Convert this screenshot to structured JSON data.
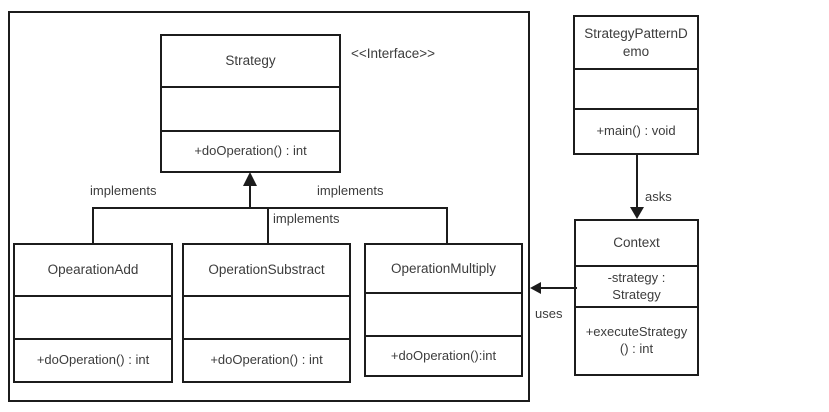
{
  "diagram": {
    "type": "uml-class-diagram",
    "stereotype": "<<Interface>>",
    "classes": {
      "strategy": {
        "name": "Strategy",
        "attributes": "",
        "methods": "+doOperation() : int"
      },
      "operationAdd": {
        "name": "OpearationAdd",
        "attributes": "",
        "methods": "+doOperation() : int"
      },
      "operationSubstract": {
        "name": "OperationSubstract",
        "attributes": "",
        "methods": "+doOperation() : int"
      },
      "operationMultiply": {
        "name": "OperationMultiply",
        "attributes": "",
        "methods": "+doOperation():int"
      },
      "strategyPatternDemo": {
        "name": "StrategyPatternDemo",
        "attributes": "",
        "methods": "+main() : void"
      },
      "context": {
        "name": "Context",
        "attributes": "-strategy : Strategy",
        "methods": "+executeStrategy() : int"
      }
    },
    "labels": {
      "implementsLeft": "implements",
      "implementsMiddle": "implements",
      "implementsRight": "implements",
      "asks": "asks",
      "uses": "uses"
    },
    "colors": {
      "line": "#1c1c1c",
      "text": "#3c3c3c",
      "background": "#ffffff"
    }
  }
}
